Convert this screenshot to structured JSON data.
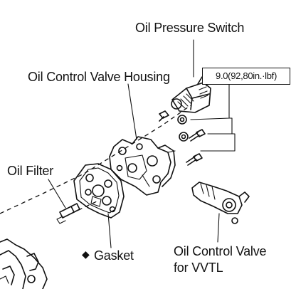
{
  "labels": {
    "oil_pressure_switch": "Oil Pressure Switch",
    "oil_control_valve_housing": "Oil Control Valve Housing",
    "torque_spec": "9.0(92,80in.·lbf)",
    "oil_filter": "Oil Filter",
    "gasket_symbol": "◆",
    "gasket": "Gasket",
    "oil_control_valve_line1": "Oil Control Valve",
    "oil_control_valve_line2": "for VVTL"
  },
  "colors": {
    "ink": "#111111",
    "background": "#ffffff"
  }
}
